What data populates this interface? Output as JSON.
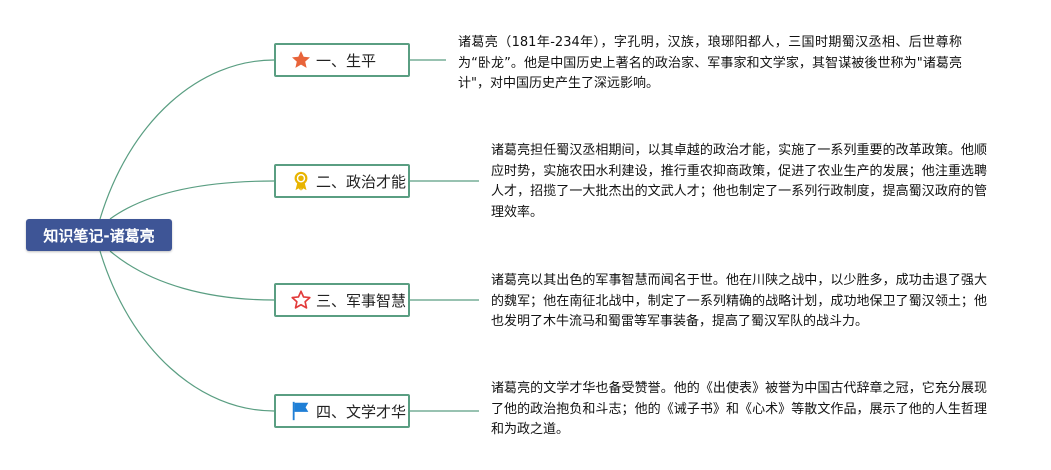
{
  "root": {
    "label": "知识笔记-诸葛亮"
  },
  "branches": [
    {
      "label": "一、生平",
      "icon": "star-filled-icon",
      "text": "诸葛亮（181年-234年），字孔明，汉族，琅琊阳都人，三国时期蜀汉丞相、后世尊称为“卧龙”。他是中国历史上著名的政治家、军事家和文学家，其智谋被後世称为\"诸葛亮计\"，对中国历史产生了深远影响。"
    },
    {
      "label": "二、政治才能",
      "icon": "award-ribbon-icon",
      "text": "诸葛亮担任蜀汉丞相期间，以其卓越的政治才能，实施了一系列重要的改革政策。他顺应时势，实施农田水利建设，推行重农抑商政策，促进了农业生产的发展；他注重选聘人才，招揽了一大批杰出的文武人才；他也制定了一系列行政制度，提高蜀汉政府的管理效率。"
    },
    {
      "label": "三、军事智慧",
      "icon": "star-outline-icon",
      "text": "诸葛亮以其出色的军事智慧而闻名于世。他在川陕之战中，以少胜多，成功击退了强大的魏军；他在南征北战中，制定了一系列精确的战略计划，成功地保卫了蜀汉领土；他也发明了木牛流马和蜀雷等军事装备，提高了蜀汉军队的战斗力。"
    },
    {
      "label": "四、文学才华",
      "icon": "flag-icon",
      "text": "诸葛亮的文学才华也备受赞誉。他的《出使表》被誉为中国古代辞章之冠，它充分展现了他的政治抱负和斗志；他的《诫子书》和《心术》等散文作品，展示了他的人生哲理和为政之道。"
    }
  ],
  "colors": {
    "root_fill": "#3e5596",
    "branch_border": "#5a9e82",
    "connector": "#5a9e82",
    "star_filled": "#e8643a",
    "award": "#e8b400",
    "star_outline": "#e23b3b",
    "flag": "#1f7fd6"
  }
}
